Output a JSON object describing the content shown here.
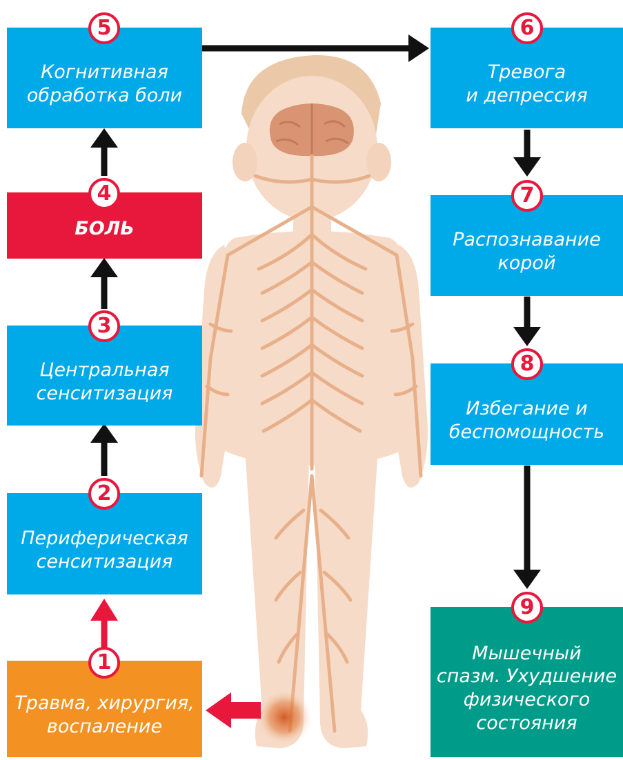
{
  "colors": {
    "blue": "#00a9e8",
    "red": "#e8173c",
    "orange": "#f39222",
    "teal": "#009c8a",
    "arrow": "#111111",
    "arrow_red": "#e8173c",
    "skin": "#f6dcc8",
    "nerve": "#e8b08a",
    "hair": "#ebc9a8"
  },
  "steps": [
    {
      "num": "1",
      "text": "Травма, хирургия,\nвоспаление",
      "color": "orange"
    },
    {
      "num": "2",
      "text": "Периферическая\nсенситизация",
      "color": "blue"
    },
    {
      "num": "3",
      "text": "Центральная\nсенситизация",
      "color": "blue"
    },
    {
      "num": "4",
      "text": "БОЛЬ",
      "color": "red"
    },
    {
      "num": "5",
      "text": "Когнитивная\nобработка боли",
      "color": "blue"
    },
    {
      "num": "6",
      "text": "Тревога\nи депрессия",
      "color": "blue"
    },
    {
      "num": "7",
      "text": "Распознавание\nкорой",
      "color": "blue"
    },
    {
      "num": "8",
      "text": "Избегание и\nбеспомощность",
      "color": "blue"
    },
    {
      "num": "9",
      "text": "Мышечный\nспазм. Ухудшение\nфизического\nсостояния",
      "color": "teal"
    }
  ],
  "figure": {
    "icon": "human-nervous-system-figure"
  }
}
